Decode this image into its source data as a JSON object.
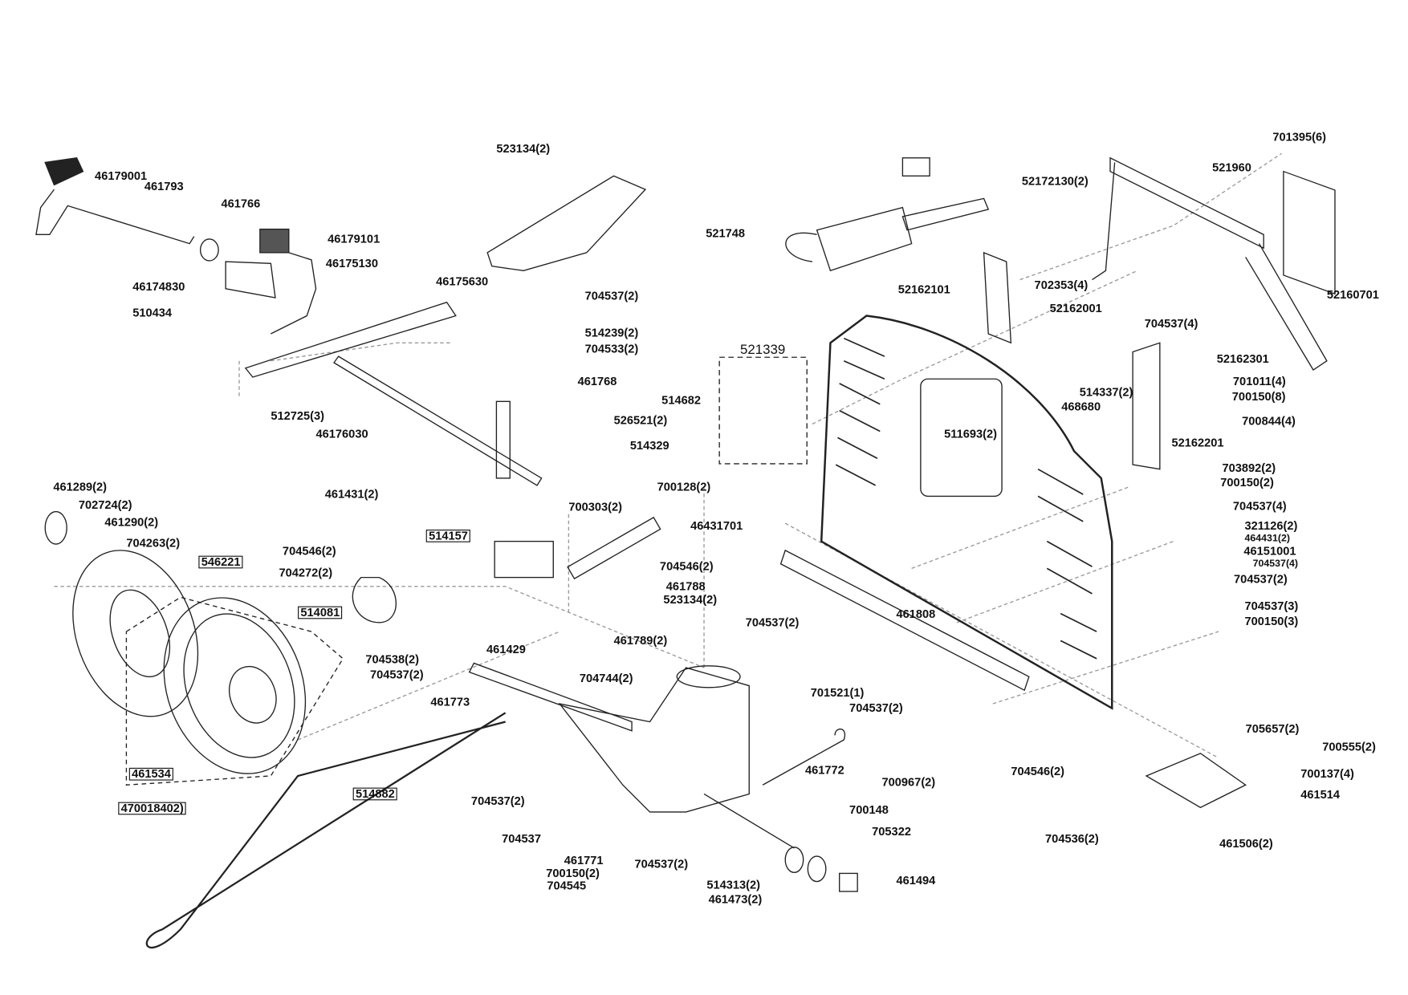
{
  "diagram": {
    "group_label": "521339",
    "labels": [
      {
        "text": "523134(2)"
      },
      {
        "text": "46179001"
      },
      {
        "text": "461793"
      },
      {
        "text": "461766"
      },
      {
        "text": "46179101"
      },
      {
        "text": "46175130"
      },
      {
        "text": "46174830"
      },
      {
        "text": "510434"
      },
      {
        "text": "46175630"
      },
      {
        "text": "704537(2)"
      },
      {
        "text": "514239(2)"
      },
      {
        "text": "704533(2)"
      },
      {
        "text": "461768"
      },
      {
        "text": "514682"
      },
      {
        "text": "526521(2)"
      },
      {
        "text": "514329"
      },
      {
        "text": "512725(3)"
      },
      {
        "text": "46176030"
      },
      {
        "text": "701395(6)"
      },
      {
        "text": "521960"
      },
      {
        "text": "52172130(2)"
      },
      {
        "text": "521748"
      },
      {
        "text": "52162101"
      },
      {
        "text": "702353(4)"
      },
      {
        "text": "52162001"
      },
      {
        "text": "52160701"
      },
      {
        "text": "704537(4)"
      },
      {
        "text": "52162301"
      },
      {
        "text": "701011(4)"
      },
      {
        "text": "700150(8)"
      },
      {
        "text": "514337(2)"
      },
      {
        "text": "468680"
      },
      {
        "text": "700844(4)"
      },
      {
        "text": "511693(2)"
      },
      {
        "text": "52162201"
      },
      {
        "text": "703892(2)"
      },
      {
        "text": "700150(2)"
      },
      {
        "text": "704537(4)"
      },
      {
        "text": "321126(2)"
      },
      {
        "text": "464431(2)",
        "small": true
      },
      {
        "text": "46151001"
      },
      {
        "text": "704537(4)",
        "small": true
      },
      {
        "text": "704537(2)"
      },
      {
        "text": "704537(3)"
      },
      {
        "text": "700150(3)"
      },
      {
        "text": "461289(2)"
      },
      {
        "text": "702724(2)"
      },
      {
        "text": "461290(2)"
      },
      {
        "text": "704263(2)"
      },
      {
        "text": "546221",
        "boxed": true
      },
      {
        "text": "461431(2)"
      },
      {
        "text": "700303(2)"
      },
      {
        "text": "700128(2)"
      },
      {
        "text": "514157",
        "boxed": true
      },
      {
        "text": "704546(2)"
      },
      {
        "text": "704272(2)"
      },
      {
        "text": "514081",
        "boxed": true
      },
      {
        "text": "46431701"
      },
      {
        "text": "704546(2)"
      },
      {
        "text": "461788"
      },
      {
        "text": "523134(2)"
      },
      {
        "text": "704537(2)"
      },
      {
        "text": "461808"
      },
      {
        "text": "461789(2)"
      },
      {
        "text": "461429"
      },
      {
        "text": "704538(2)"
      },
      {
        "text": "704537(2)"
      },
      {
        "text": "704744(2)"
      },
      {
        "text": "461773"
      },
      {
        "text": "701521(1)"
      },
      {
        "text": "704537(2)"
      },
      {
        "text": "705657(2)"
      },
      {
        "text": "700555(2)"
      },
      {
        "text": "461534",
        "boxed": true
      },
      {
        "text": "461772"
      },
      {
        "text": "700137(4)"
      },
      {
        "text": "700967(2)"
      },
      {
        "text": "704546(2)"
      },
      {
        "text": "461514"
      },
      {
        "text": "514882",
        "boxed": true
      },
      {
        "text": "470018402)",
        "boxed": true
      },
      {
        "text": "704537(2)"
      },
      {
        "text": "700148"
      },
      {
        "text": "705322"
      },
      {
        "text": "704537"
      },
      {
        "text": "704536(2)"
      },
      {
        "text": "461506(2)"
      },
      {
        "text": "461771"
      },
      {
        "text": "704537(2)"
      },
      {
        "text": "700150(2)"
      },
      {
        "text": "704545"
      },
      {
        "text": "514313(2)"
      },
      {
        "text": "461473(2)"
      },
      {
        "text": "461494"
      }
    ]
  }
}
